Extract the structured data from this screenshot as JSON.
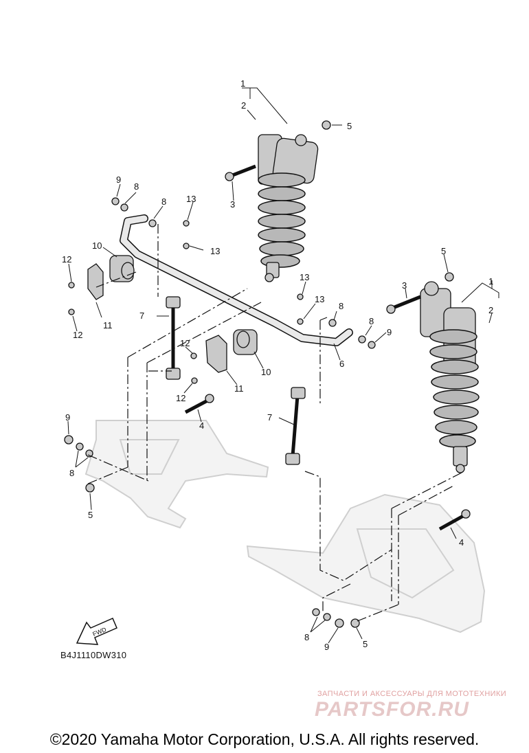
{
  "diagram": {
    "code": "B4J1110DW310",
    "fwd_label": "FWD",
    "callouts": {
      "c1a": "1",
      "c2a": "2",
      "c5a": "5",
      "c3a": "3",
      "c9a": "9",
      "c8a": "8",
      "c8b": "8",
      "c13a": "13",
      "c10a": "10",
      "c13b": "13",
      "c12a": "12",
      "c11a": "11",
      "c12b": "12",
      "c7a": "7",
      "c13c": "13",
      "c13d": "13",
      "c8c": "8",
      "c8d": "8",
      "c9b": "9",
      "c12c": "12",
      "c10b": "10",
      "c6a": "6",
      "c11b": "11",
      "c12d": "12",
      "c4a": "4",
      "c9c": "9",
      "c8e": "8",
      "c5b": "5",
      "c5c": "5",
      "c3b": "3",
      "c1b": "1",
      "c2b": "2",
      "c7b": "7",
      "c4b": "4",
      "c8f": "8",
      "c9d": "9",
      "c5d": "5"
    }
  },
  "watermark": {
    "tagline": "ЗАПЧАСТИ И АКСЕССУАРЫ ДЛЯ МОТОТЕХНИКИ",
    "logo": "PARTSFOR.RU"
  },
  "footer": {
    "copyright": "©2020 Yamaha Motor Corporation, U.S.A. All rights reserved."
  }
}
